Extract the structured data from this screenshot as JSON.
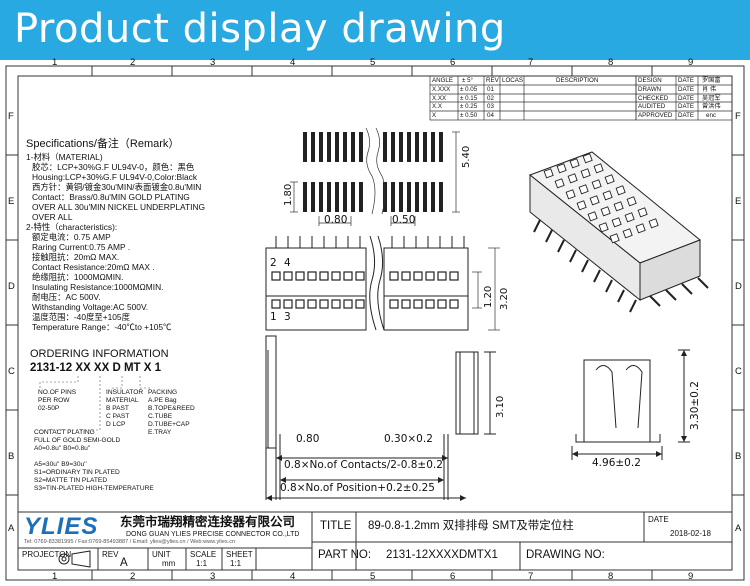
{
  "banner": {
    "title": "Product display drawing",
    "color": "#29a9e1"
  },
  "frame": {
    "columns": [
      "1",
      "2",
      "3",
      "4",
      "5",
      "6",
      "7",
      "8",
      "9"
    ],
    "rows": [
      "F",
      "E",
      "D",
      "C",
      "B",
      "A"
    ]
  },
  "revision_table": {
    "header": [
      "ANGLE",
      "± 5°",
      "REV",
      "LOCAS",
      "DESCRIPTION"
    ],
    "rows": [
      [
        "X.XXX",
        "± 0.05",
        "01"
      ],
      [
        "X.XX",
        "± 0.15",
        "02"
      ],
      [
        "X.X",
        "± 0.25",
        "03"
      ],
      [
        "X",
        "± 0.50",
        "04"
      ]
    ]
  },
  "approval_table": [
    {
      "role": "DESIGN",
      "field": "DATE",
      "name": "罗国富"
    },
    {
      "role": "DRAWN",
      "field": "DATE",
      "name": "肖 伟"
    },
    {
      "role": "CHECKED",
      "field": "DATE",
      "name": "吴冠军"
    },
    {
      "role": "AUDITED",
      "field": "DATE",
      "name": "曾洪伟"
    },
    {
      "role": "APPROVED",
      "field": "DATE",
      "name": "enc"
    }
  ],
  "specifications": {
    "heading": "Specifications/备注（Remark）",
    "lines": [
      "1-材料（MATERIAL)",
      "胶芯：LCP+30%G.F UL94V-0，颜色：黑色",
      "Housing:LCP+30%G.F UL94V-0,Color:Black",
      "西方针：黄铜/镀金30u'MIN/表面镀金0.8u'MIN",
      "Contact：Brass/0.8u'MIN GOLD PLATING",
      "OVER ALL 30u'MIN NICKEL UNDERPLATING",
      "OVER ALL",
      "2-特性（characteristics):",
      "额定电流：0.75 AMP",
      "Raring Current:0.75 AMP .",
      "接触阻抗：20mΩ MAX.",
      "Contact Resistance:20mΩ MAX .",
      "绝缘阻抗：1000MΩMIN.",
      "Insulating Resistance:1000MΩMIN.",
      "耐电压：AC 500V.",
      "Withstanding Voltage:AC 500V.",
      "温度范围：-40度至+105度",
      "Temperature Range：-40℃to +105℃"
    ]
  },
  "ordering": {
    "heading": "ORDERING INFORMATION",
    "code": "2131-12 XX XX D  MT  X 1",
    "pins_lines": [
      "NO.OF PINS",
      "PER ROW",
      "02-50P"
    ],
    "insulator_lines": [
      "INSULATOR",
      "MATERIAL",
      "B PAST",
      "C PAST",
      "D LCP"
    ],
    "packing_lines": [
      "PACKING",
      "A.PE Bag",
      "B.TOPE&REED",
      "C.TUBE",
      "D.TUBE+CAP",
      "E.TRAY"
    ],
    "plating_lines": [
      "CONTACT PLATING",
      "FULL OF GOLD SEMI-GOLD",
      "A0=0.8u''        B0=0.8u''",
      "                ",
      "A5=30u''         B9=30u''",
      "S1=ORDINARY TIN PLATED",
      "S2=MATTE TIN PLATED",
      "S3=TIN-PLATED HIGH-TEMPERATURE"
    ]
  },
  "dimensions": {
    "top_height": "5.40",
    "top_left": "1.80",
    "pitch_a": "0.80",
    "pitch_b": "0.50",
    "pin2": "2",
    "pin4": "4",
    "pin1": "1",
    "pin3": "3",
    "row_pitch": "1.20",
    "body_height": "3.20",
    "side_height": "3.10",
    "bottom_pitch": "0.80",
    "bottom_width": "0.30×0.2",
    "contacts_formula": "0.8×No.of Contacts/2-0.8±0.2",
    "position_formula": "0.8×No.of Position+0.2±0.25",
    "profile_height": "3.30±0.2",
    "profile_width": "4.96±0.2"
  },
  "title_block": {
    "logo": "YLIES",
    "company_cn": "东莞市瑞翔精密连接器有限公司",
    "company_en": "DONG GUAN YLIES PRECISE CONNECTOR CO.,LTD",
    "contact": "Tel: 0769-83381995 / Fax:0769-85493887 / Email: ylies@ylies.cn / Web:www.ylies.cn",
    "title_label": "TITLE",
    "title_value": "89-0.8-1.2mm  双排排母  SMT及带定位柱",
    "date_label": "DATE",
    "date_value": "2018-02-18",
    "part_label": "PART NO:",
    "part_value": "2131-12XXXXDMTX1",
    "drawing_label": "DRAWING NO:",
    "drawing_value": "",
    "projection_label": "PROJECTON",
    "rev_label": "REV",
    "rev_value": "A",
    "unit_label": "UNIT",
    "unit_value": "mm",
    "scale_label": "SCALE",
    "scale_value": "1:1",
    "sheet_label": "SHEET",
    "sheet_value": "1:1"
  }
}
